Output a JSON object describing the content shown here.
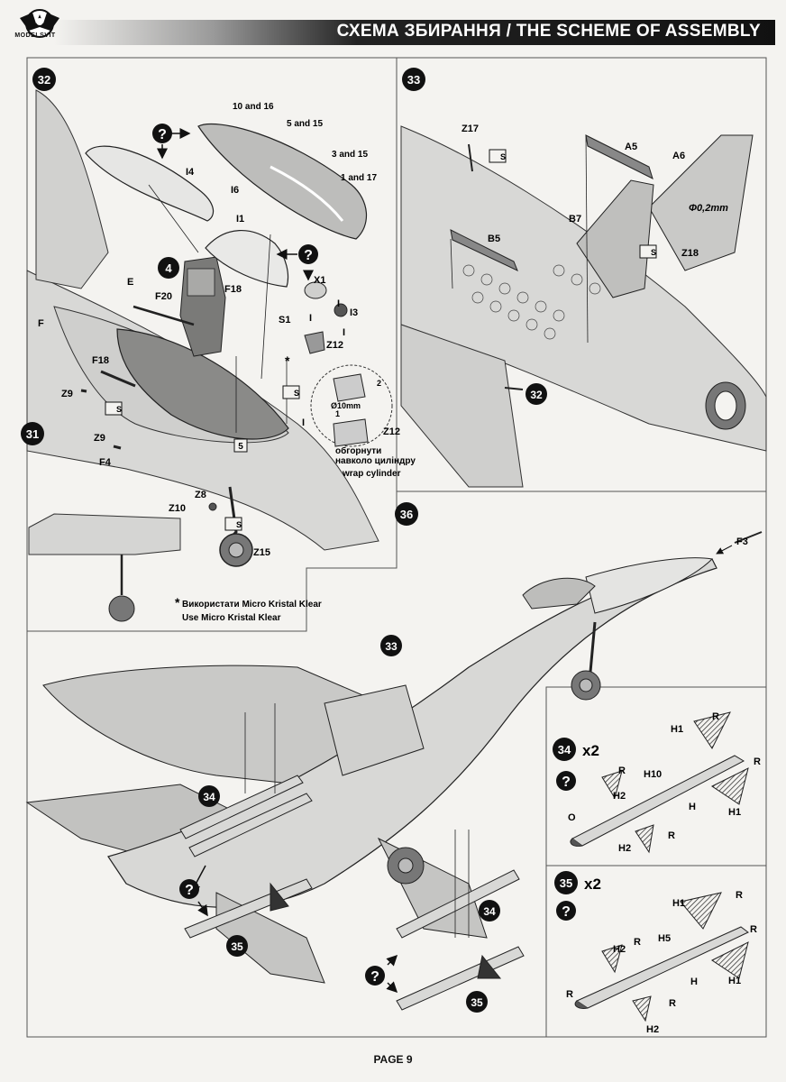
{
  "header": {
    "title": "СХЕМА ЗБИРАННЯ / THE SCHEME OF ASSEMBLY",
    "logo_text": "MODELSVIT"
  },
  "steps": {
    "s32": "32",
    "s33": "33",
    "s31": "31",
    "s36": "36",
    "s34": "34",
    "s35": "35",
    "s4": "4",
    "s5": "5"
  },
  "labels": {
    "p10_16": "10 and 16",
    "p5_15": "5 and 15",
    "p3_15": "3 and 15",
    "p1_17": "1 and 17",
    "I4": "I4",
    "I6": "I6",
    "I1": "I1",
    "X1": "X1",
    "I3": "I3",
    "F18": "F18",
    "F20": "F20",
    "S1": "S1",
    "Z12": "Z12",
    "E": "E",
    "F": "F",
    "I": "I",
    "Z9": "Z9",
    "F4": "F4",
    "Z8": "Z8",
    "Z10": "Z10",
    "Z15": "Z15",
    "Z17": "Z17",
    "A5": "A5",
    "A6": "A6",
    "B7": "B7",
    "B5": "B5",
    "Z18": "Z18",
    "diam02": "Φ0,2mm",
    "diam10": "Ø10mm",
    "one": "1",
    "two": "2",
    "wrap_ua": "обгорнути\nнавколо циліндру",
    "wrap_en": "wrap cylinder",
    "F3": "F3",
    "H1": "H1",
    "H2": "H2",
    "H5": "H5",
    "H10": "H10",
    "H": "H",
    "R": "R",
    "O": "O",
    "x2": "x2",
    "S": "S"
  },
  "note": {
    "star": "*",
    "ua": "Використати Micro Kristal Klear",
    "en": "Use Micro Kristal Klear"
  },
  "footer": {
    "page": "PAGE 9"
  },
  "colors": {
    "accent": "#111111",
    "panel_line": "#333333",
    "aircraft_fill": "#d8d8d6",
    "wing_fill": "#c9c9c7",
    "paper": "#f4f3f0"
  }
}
